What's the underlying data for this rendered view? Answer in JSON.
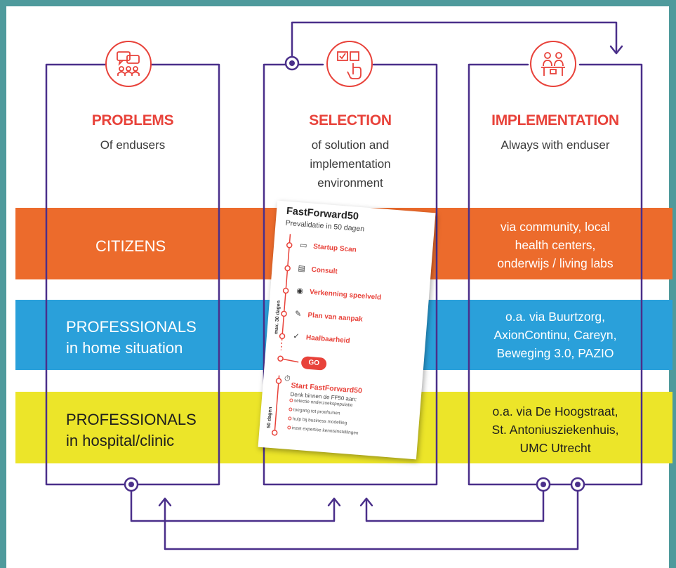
{
  "columns": [
    {
      "title": "PROBLEMS",
      "subtitle": [
        "Of endusers"
      ],
      "icon": "speech-bubbles-people-icon"
    },
    {
      "title": "SELECTION",
      "subtitle": [
        "of solution and",
        "implementation",
        "environment"
      ],
      "icon": "checklist-touch-icon"
    },
    {
      "title": "IMPLEMENTATION",
      "subtitle": [
        "Always with enduser"
      ],
      "icon": "meeting-people-icon"
    }
  ],
  "rows": [
    {
      "label": [
        "CITIZENS"
      ],
      "detail": [
        "via community, local",
        "health centers,",
        "onderwijs / living labs"
      ],
      "color": "#ec6b2c"
    },
    {
      "label": [
        "PROFESSIONALS",
        "in home situation"
      ],
      "detail": [
        "o.a. via Buurtzorg,",
        "AxionContinu, Careyn,",
        "Beweging 3.0, PAZIO"
      ],
      "color": "#2aa0da"
    },
    {
      "label": [
        "PROFESSIONALS",
        "in hospital/clinic"
      ],
      "detail": [
        "o.a. via De Hoogstraat,",
        "St. Antoniusziekenhuis,",
        "UMC Utrecht"
      ],
      "color": "#ece529"
    }
  ],
  "card": {
    "title": "FastForward50",
    "subtitle": "Prevalidatie in 50 dagen",
    "phase1_label": "max. 30 dagen",
    "phase2_label": "50 dagen",
    "steps": [
      "Startup Scan",
      "Consult",
      "Verkenning speelveld",
      "Plan van aanpak",
      "Haalbaarheid"
    ],
    "go": "GO",
    "start_title": "Start FastForward50",
    "start_subtitle": "Denk binnen de FF50 aan:",
    "start_items": [
      "selectie onderzoekspopulatie",
      "toegang tot proeftuinen",
      "hulp bij business modelling",
      "inzet expertise kennisinstellingen"
    ]
  },
  "colors": {
    "accent": "#e8423a",
    "line": "#4a2f8a",
    "frame": "#4f9a9c"
  }
}
